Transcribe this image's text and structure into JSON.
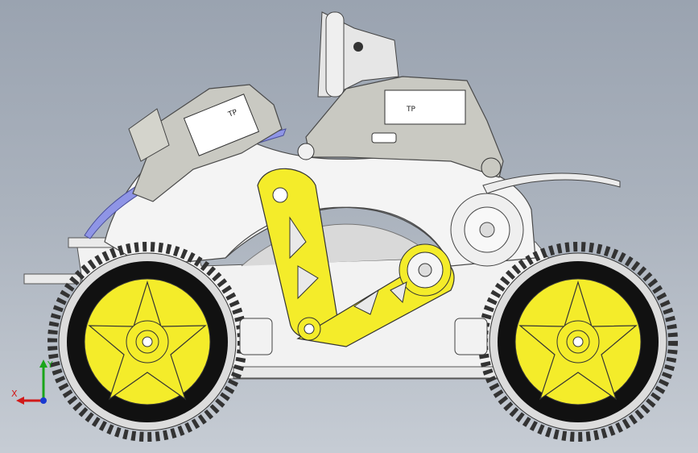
{
  "view": {
    "background_top": "#9aa3b0",
    "background_bottom": "#c6ccd4"
  },
  "model": {
    "description_icon": "robot-chassis-cad-model",
    "colors": {
      "frame": "#f2f2f2",
      "plate": "#c9c9c2",
      "linkage": "#f4ec2a",
      "wheel_hub": "#f4ec2a",
      "tire": "#111111",
      "tread": "#dcdcdc",
      "strip": "#8f95e6"
    },
    "label_rear": "TP",
    "label_front": "TP"
  },
  "triad": {
    "x_label": "X",
    "y_label": "Y",
    "x_color": "#d11a1a",
    "y_color": "#1aa51a",
    "z_color": "#1a3ad1"
  }
}
